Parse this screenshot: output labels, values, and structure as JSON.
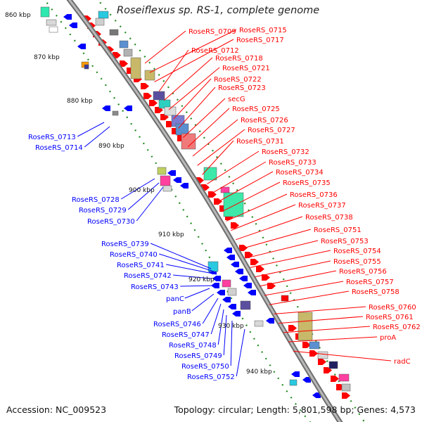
{
  "title": "Roseiflexus sp. RS-1, complete genome",
  "footer": {
    "accession": "Accession: NC_009523",
    "topology": "Topology: circular; Length: 5,801,598 bp; Genes: 4,573"
  },
  "colors": {
    "forward": "#ff0000",
    "reverse": "#0000ff",
    "backbone": "#888888",
    "ruler": "#228b22"
  },
  "ticks": [
    "860 kbp",
    "870 kbp",
    "880 kbp",
    "890 kbp",
    "900 kbp",
    "910 kbp",
    "920 kbp",
    "930 kbp",
    "940 kbp"
  ],
  "labels_right": [
    "RoseRS_0709",
    "RoseRS_0715",
    "RoseRS_0717",
    "RoseRS_0712",
    "RoseRS_0718",
    "RoseRS_0721",
    "RoseRS_0722",
    "RoseRS_0723",
    "secG",
    "RoseRS_0725",
    "RoseRS_0726",
    "RoseRS_0727",
    "RoseRS_0731",
    "RoseRS_0732",
    "RoseRS_0733",
    "RoseRS_0734",
    "RoseRS_0735",
    "RoseRS_0736",
    "RoseRS_0737",
    "RoseRS_0738",
    "RoseRS_0751",
    "RoseRS_0753",
    "RoseRS_0754",
    "RoseRS_0755",
    "RoseRS_0756",
    "RoseRS_0757",
    "RoseRS_0758",
    "RoseRS_0760",
    "RoseRS_0761",
    "RoseRS_0762",
    "proA",
    "radC"
  ],
  "labels_left": [
    "RoseRS_0713",
    "RoseRS_0714",
    "RoseRS_0728",
    "RoseRS_0729",
    "RoseRS_0730",
    "RoseRS_0739",
    "RoseRS_0740",
    "RoseRS_0741",
    "RoseRS_0742",
    "RoseRS_0743",
    "panC",
    "panB",
    "RoseRS_0746",
    "RoseRS_0747",
    "RoseRS_0748",
    "RoseRS_0749",
    "RoseRS_0750",
    "RoseRS_0752"
  ]
}
